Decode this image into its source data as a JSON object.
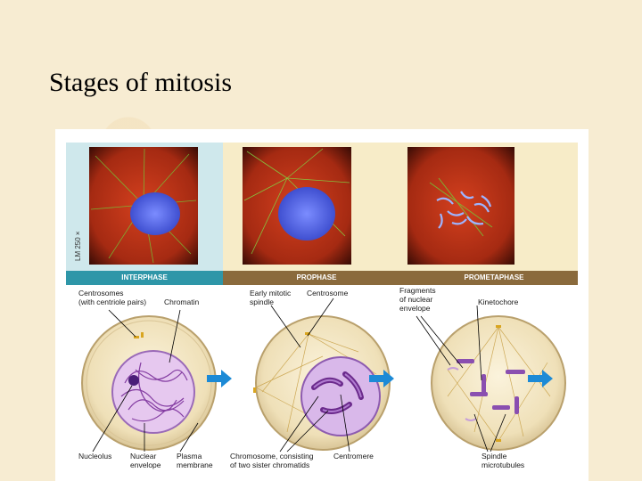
{
  "slide": {
    "title": "Stages of mitosis"
  },
  "figure": {
    "magnification": "LM 250 ×",
    "phases": [
      {
        "name": "INTERPHASE"
      },
      {
        "name": "PROPHASE"
      },
      {
        "name": "PROMETAPHASE"
      }
    ],
    "labels": {
      "centrosomes": "Centrosomes\n(with centriole pairs)",
      "chromatin": "Chromatin",
      "nucleolus": "Nucleolus",
      "nuclear_envelope": "Nuclear\nenvelope",
      "plasma_membrane": "Plasma\nmembrane",
      "early_spindle": "Early mitotic\nspindle",
      "centrosome": "Centrosome",
      "chromosome": "Chromosome, consisting\nof two sister chromatids",
      "centromere": "Centromere",
      "fragments": "Fragments\nof nuclear\nenvelope",
      "kinetochore": "Kinetochore",
      "spindle_microtubules": "Spindle\nmicrotubules"
    },
    "colors": {
      "interphase_band": "#2e96a8",
      "prophase_band": "#8a6a3c",
      "interphase_bg": "#cfe8ec",
      "prophase_bg": "#f7ecc8",
      "arrow": "#1c8ad6"
    }
  }
}
